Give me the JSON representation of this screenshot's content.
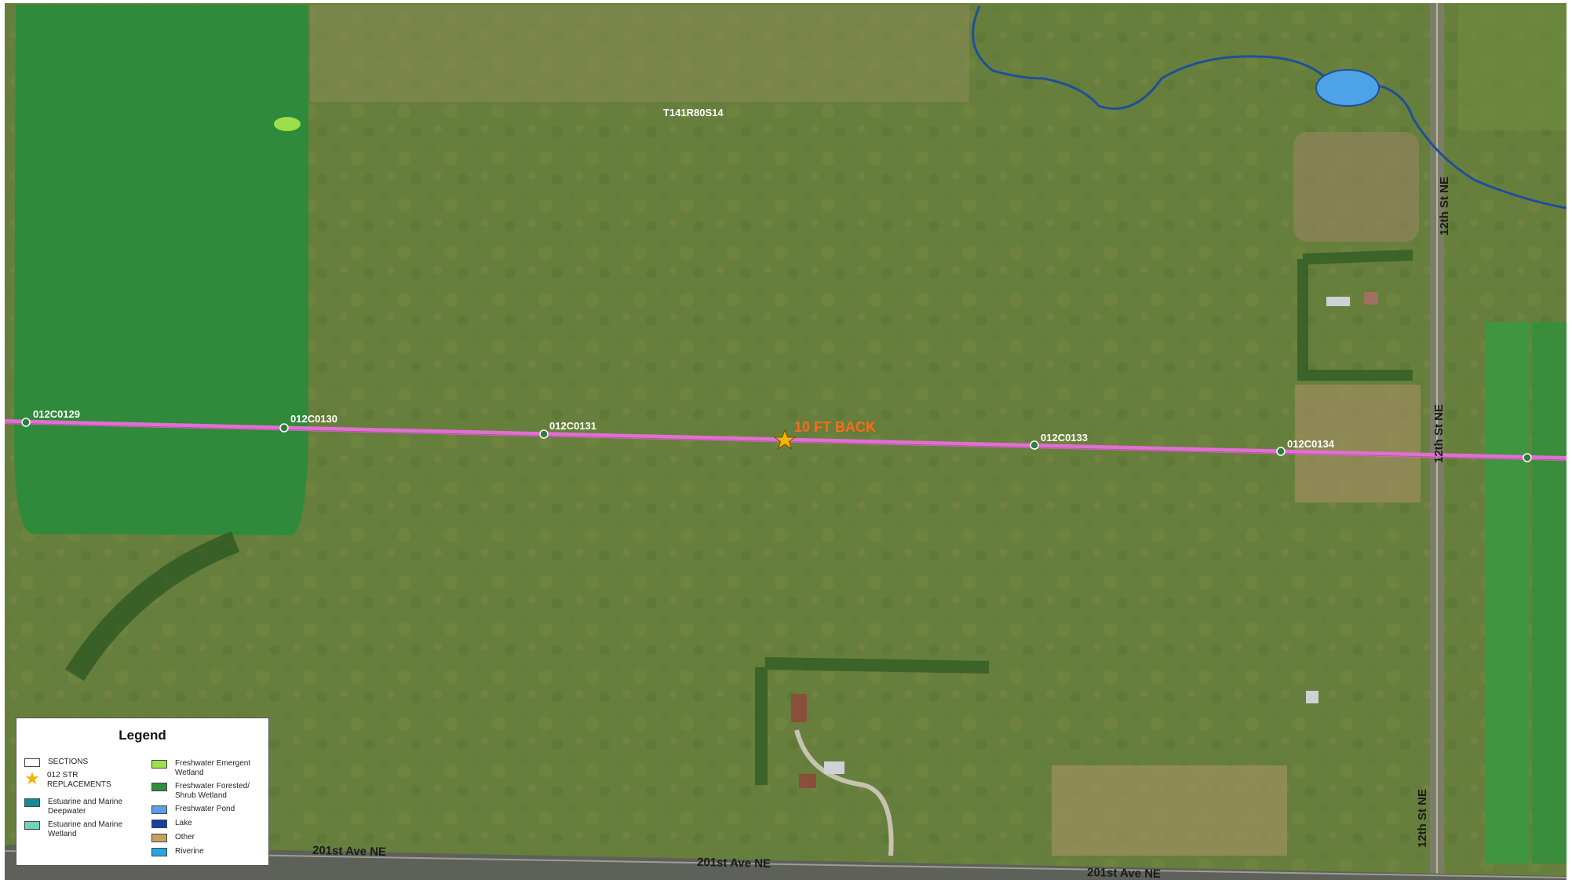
{
  "map": {
    "section_label": "T141R80S14",
    "annotation": "10 FT BACK",
    "poles": [
      {
        "id": "012C0129"
      },
      {
        "id": "012C0130"
      },
      {
        "id": "012C0131"
      },
      {
        "id": "012C0133"
      },
      {
        "id": "012C0134"
      }
    ],
    "roads": {
      "avenue_1": "201st Ave NE",
      "avenue_2": "201st Ave NE",
      "avenue_3": "201st Ave NE",
      "street_1": "12th St NE",
      "street_2": "12th St NE",
      "street_3": "12th St NE"
    },
    "colors": {
      "transmission_line": "#e070d0",
      "annotation": "#ff6a1a",
      "star": "#f5b400",
      "river": "#1f4f9a",
      "pond": "#4da3e6",
      "emergent_wetland": "#9be04a"
    }
  },
  "legend": {
    "title": "Legend",
    "items": [
      {
        "label": "SECTIONS",
        "color": "#ffffff",
        "icon": "box-outline-icon"
      },
      {
        "label": "012 STR REPLACEMENTS",
        "color": "#f5b400",
        "icon": "star-icon"
      },
      {
        "label": "Estuarine and Marine Deepwater",
        "color": "#168a92"
      },
      {
        "label": "Estuarine and Marine Wetland",
        "color": "#6fd3bb"
      },
      {
        "label": "Freshwater Emergent Wetland",
        "color": "#9be04a"
      },
      {
        "label": "Freshwater Forested/ Shrub Wetland",
        "color": "#2f8f3a"
      },
      {
        "label": "Freshwater Pond",
        "color": "#5b9fe6"
      },
      {
        "label": "Lake",
        "color": "#1a3fa0"
      },
      {
        "label": "Other",
        "color": "#c9a064"
      },
      {
        "label": "Riverine",
        "color": "#22a8e0"
      }
    ]
  }
}
